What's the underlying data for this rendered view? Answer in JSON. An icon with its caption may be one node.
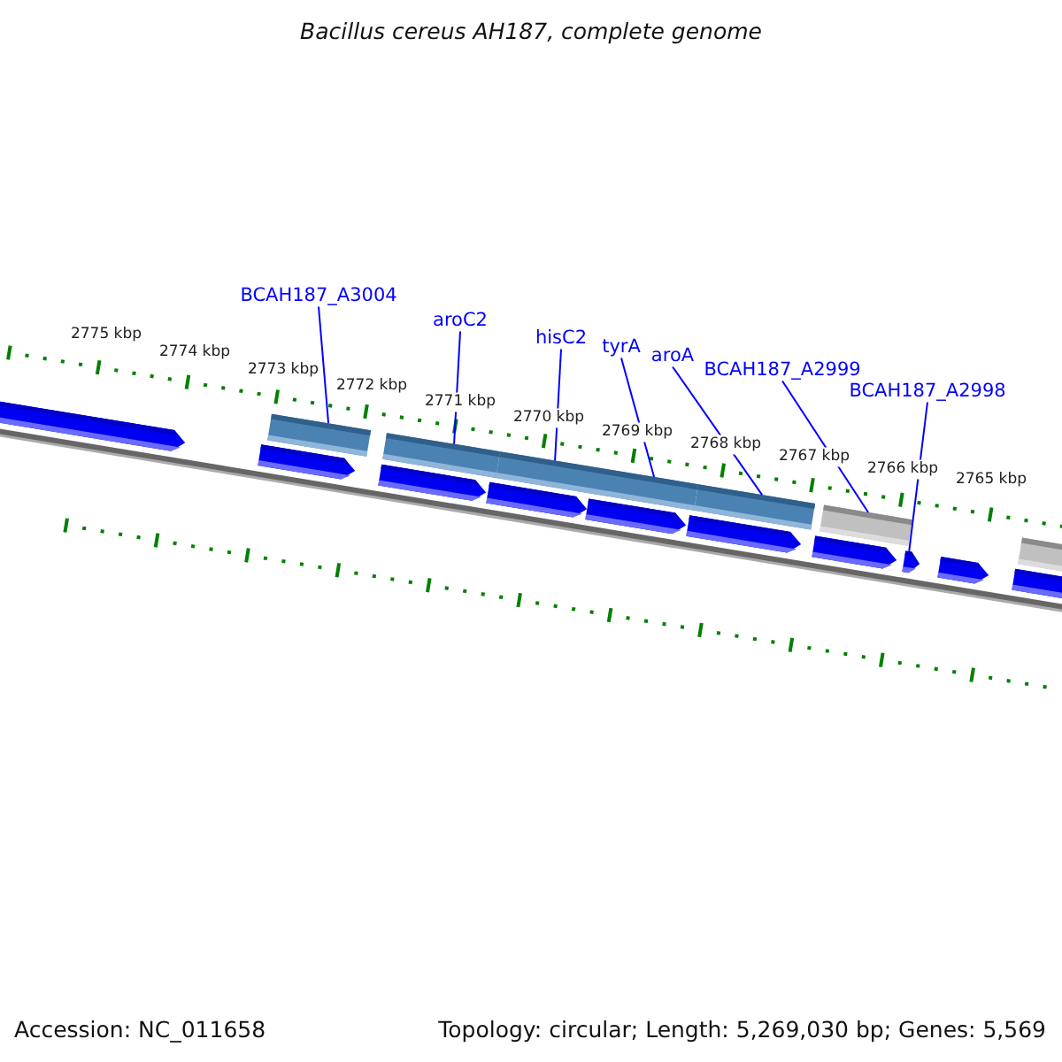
{
  "diagram": {
    "title": "Bacillus cereus AH187, complete genome",
    "nodes": [
      {
        "text": [
          "BCAH187_A3004"
        ]
      },
      {
        "text": [
          "aroC2"
        ]
      },
      {
        "text": [
          "hisC2"
        ]
      },
      {
        "text": [
          "tyrA"
        ]
      },
      {
        "text": [
          "aroA"
        ]
      },
      {
        "text": [
          "BCAH187_A2999"
        ]
      },
      {
        "text": [
          "BCAH187_A2998"
        ]
      },
      {
        "text": [],
        "shape": "bar"
      },
      {
        "text": [],
        "shape": "bar"
      },
      {
        "text": [],
        "shape": "bar"
      },
      {
        "text": [],
        "shape": "bar"
      },
      {
        "text": [],
        "shape": "bar"
      },
      {
        "text": [],
        "shape": "arrow"
      }
    ],
    "edges": [
      {
        "from": 0,
        "to": 7,
        "arrow": "none"
      },
      {
        "from": 1,
        "to": 8,
        "arrow": "none"
      },
      {
        "from": 2,
        "to": 9,
        "arrow": "none"
      },
      {
        "from": 3,
        "to": 9,
        "arrow": "none"
      },
      {
        "from": 4,
        "to": 10,
        "arrow": "none"
      },
      {
        "from": 5,
        "to": 11,
        "arrow": "none"
      },
      {
        "from": 6,
        "to": 12,
        "arrow": "none"
      }
    ],
    "labels": [
      "2775 kbp",
      "2774 kbp",
      "2773 kbp",
      "2772 kbp",
      "2771 kbp",
      "2770 kbp",
      "2769 kbp",
      "2768 kbp",
      "2767 kbp",
      "2766 kbp",
      "2765 kbp",
      "Accession: NC_011658",
      "Topology: circular; Length: 5,269,030 bp; Genes: 5,569"
    ]
  }
}
